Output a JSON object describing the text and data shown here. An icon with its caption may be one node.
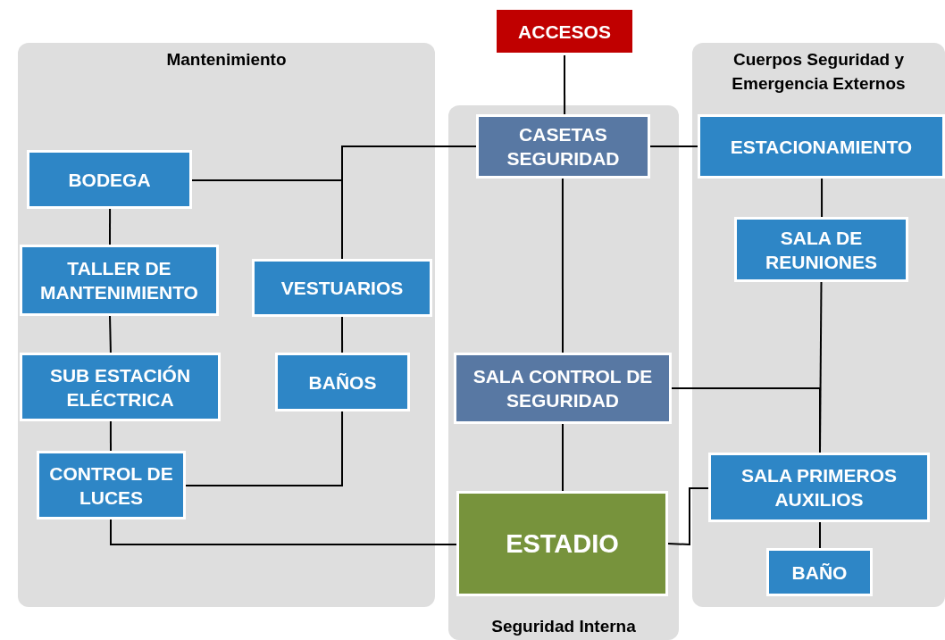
{
  "diagram": {
    "nodes": [
      {
        "text": [
          "Mantenimiento"
        ]
      },
      {
        "text": [
          "BODEGA"
        ],
        "in": 0
      },
      {
        "text": [
          "TALLER DE MANTENIMIENTO"
        ],
        "in": 0
      },
      {
        "text": [
          "SUB ESTACIÓN ELÉCTRICA"
        ],
        "in": 0
      },
      {
        "text": [
          "CONTROL DE LUCES"
        ],
        "in": 0
      },
      {
        "text": [
          "VESTUARIOS"
        ],
        "in": 0
      },
      {
        "text": [
          "BAÑOS"
        ],
        "in": 0
      },
      {
        "text": [
          "ACCESOS"
        ]
      },
      {
        "text": [
          "Seguridad Interna"
        ]
      },
      {
        "text": [
          "CASETAS SEGURIDAD"
        ],
        "in": 8
      },
      {
        "text": [
          "SALA CONTROL DE SEGURIDAD"
        ],
        "in": 8
      },
      {
        "text": [
          "ESTADIO"
        ],
        "in": 8
      },
      {
        "text": [
          "Cuerpos Seguridad y Emergencia Externos"
        ]
      },
      {
        "text": [
          "ESTACIONAMIENTO"
        ],
        "in": 12
      },
      {
        "text": [
          "SALA DE REUNIONES"
        ],
        "in": 12
      },
      {
        "text": [
          "SALA PRIMEROS AUXILIOS"
        ],
        "in": 12
      },
      {
        "text": [
          "BAÑO"
        ],
        "in": 12
      }
    ],
    "edges": [
      {
        "from": 7,
        "to": 9,
        "arrow": "none"
      },
      {
        "from": 9,
        "to": 13,
        "arrow": "none"
      },
      {
        "from": 9,
        "to": 5,
        "arrow": "none"
      },
      {
        "from": 1,
        "to": 5,
        "arrow": "none"
      },
      {
        "from": 1,
        "to": 2,
        "arrow": "none"
      },
      {
        "from": 2,
        "to": 3,
        "arrow": "none"
      },
      {
        "from": 3,
        "to": 4,
        "arrow": "none"
      },
      {
        "from": 5,
        "to": 6,
        "arrow": "none"
      },
      {
        "from": 6,
        "to": 4,
        "arrow": "none"
      },
      {
        "from": 4,
        "to": 11,
        "arrow": "none"
      },
      {
        "from": 9,
        "to": 10,
        "arrow": "none"
      },
      {
        "from": 10,
        "to": 11,
        "arrow": "none"
      },
      {
        "from": 13,
        "to": 14,
        "arrow": "none"
      },
      {
        "from": 14,
        "to": 15,
        "arrow": "none"
      },
      {
        "from": 10,
        "to": 15,
        "arrow": "none"
      },
      {
        "from": 11,
        "to": 15,
        "arrow": "none"
      },
      {
        "from": 15,
        "to": 16,
        "arrow": "none"
      }
    ]
  }
}
